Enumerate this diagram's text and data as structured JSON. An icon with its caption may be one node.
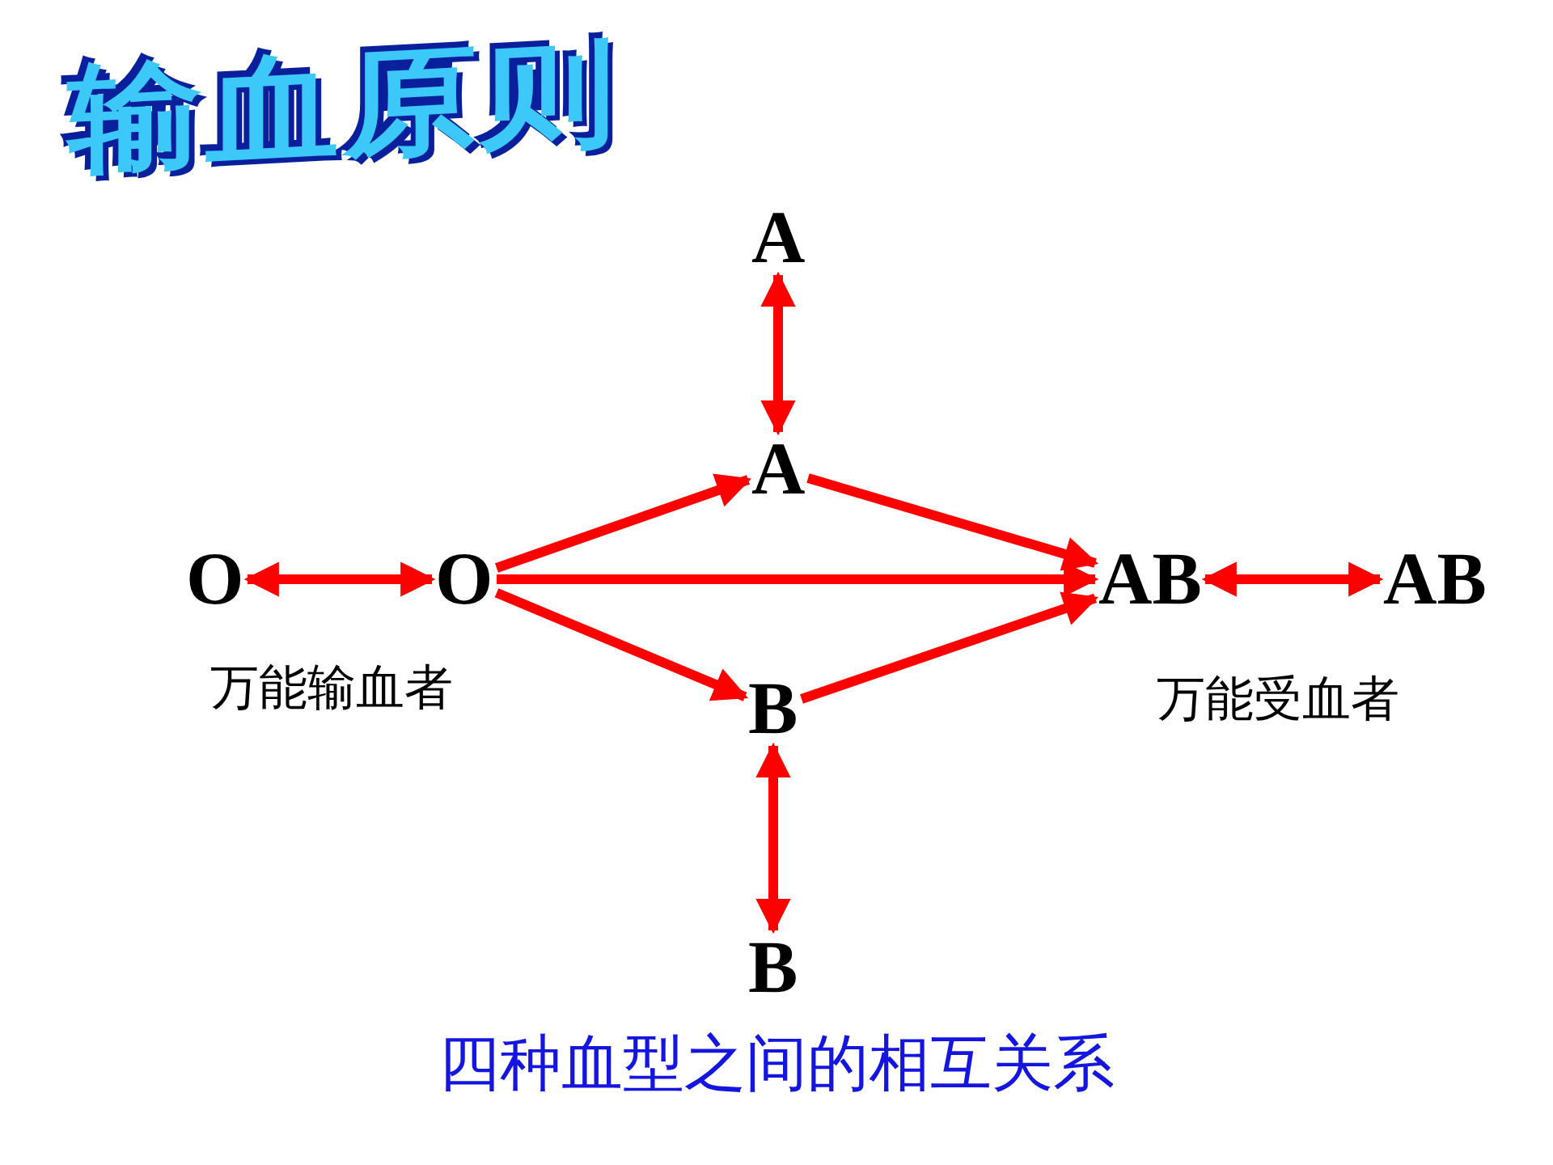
{
  "diagram": {
    "title": "输血原则",
    "caption": "四种血型之间的相互关系",
    "nodes": [
      {
        "text": [
          "A"
        ]
      },
      {
        "text": [
          "A"
        ]
      },
      {
        "text": [
          "O"
        ]
      },
      {
        "text": [
          "O"
        ]
      },
      {
        "text": [
          "AB"
        ]
      },
      {
        "text": [
          "AB"
        ]
      },
      {
        "text": [
          "B"
        ]
      },
      {
        "text": [
          "B"
        ]
      }
    ],
    "edges": [
      {
        "from": 0,
        "to": 1,
        "arrow": "both"
      },
      {
        "from": 2,
        "to": 3,
        "arrow": "both"
      },
      {
        "from": 3,
        "to": 1,
        "arrow": "to"
      },
      {
        "from": 3,
        "to": 4,
        "arrow": "to"
      },
      {
        "from": 3,
        "to": 6,
        "arrow": "to"
      },
      {
        "from": 1,
        "to": 4,
        "arrow": "to"
      },
      {
        "from": 6,
        "to": 4,
        "arrow": "to"
      },
      {
        "from": 4,
        "to": 5,
        "arrow": "both"
      },
      {
        "from": 6,
        "to": 7,
        "arrow": "both"
      }
    ],
    "labels": [
      "万能输血者",
      "万能受血者"
    ]
  }
}
